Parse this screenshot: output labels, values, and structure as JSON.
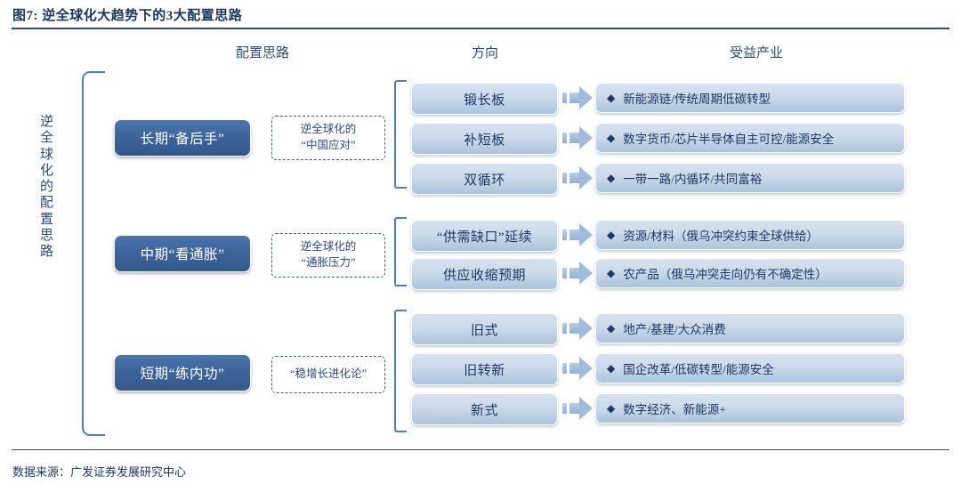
{
  "figure": {
    "title": "图7: 逆全球化大趋势下的3大配置思路",
    "source": "数据来源：广发证券发展研究中心",
    "vertical_label": "逆全球化的配置思路",
    "accent_dark": "#3d659c",
    "accent_light": "#cbdaea",
    "accent_arrow": "#9fbcdd",
    "bracket_color": "#4d7ebf"
  },
  "columns": [
    {
      "label": "配置思路"
    },
    {
      "label": "方向"
    },
    {
      "label": "受益产业"
    }
  ],
  "groups": [
    {
      "theme": "长期“备后手”",
      "note_line1": "逆全球化的",
      "note_line2": "“中国应对”",
      "rows": [
        {
          "direction": "锻长板",
          "bullet": "◆",
          "industry": "新能源链/传统周期低碳转型"
        },
        {
          "direction": "补短板",
          "bullet": "◆",
          "industry": "数字货币/芯片半导体自主可控/能源安全"
        },
        {
          "direction": "双循环",
          "bullet": "◆",
          "industry": "一带一路/内循环/共同富裕"
        }
      ]
    },
    {
      "theme": "中期“看通胀”",
      "note_line1": "逆全球化的",
      "note_line2": "“通胀压力”",
      "rows": [
        {
          "direction": "“供需缺口”延续",
          "bullet": "◆",
          "industry": "资源/材料（俄乌冲突约束全球供给）"
        },
        {
          "direction": "供应收缩预期",
          "bullet": "◆",
          "industry": "农产品（俄乌冲突走向仍有不确定性）"
        }
      ]
    },
    {
      "theme": "短期“练内功”",
      "note_line1": "“稳增长进化论”",
      "note_line2": "",
      "rows": [
        {
          "direction": "旧式",
          "bullet": "◆",
          "industry": "地产/基建/大众消费"
        },
        {
          "direction": "旧转新",
          "bullet": "◆",
          "industry": "国企改革/低碳转型/能源安全"
        },
        {
          "direction": "新式",
          "bullet": "◆",
          "industry": "数字经济、新能源+"
        }
      ]
    }
  ]
}
